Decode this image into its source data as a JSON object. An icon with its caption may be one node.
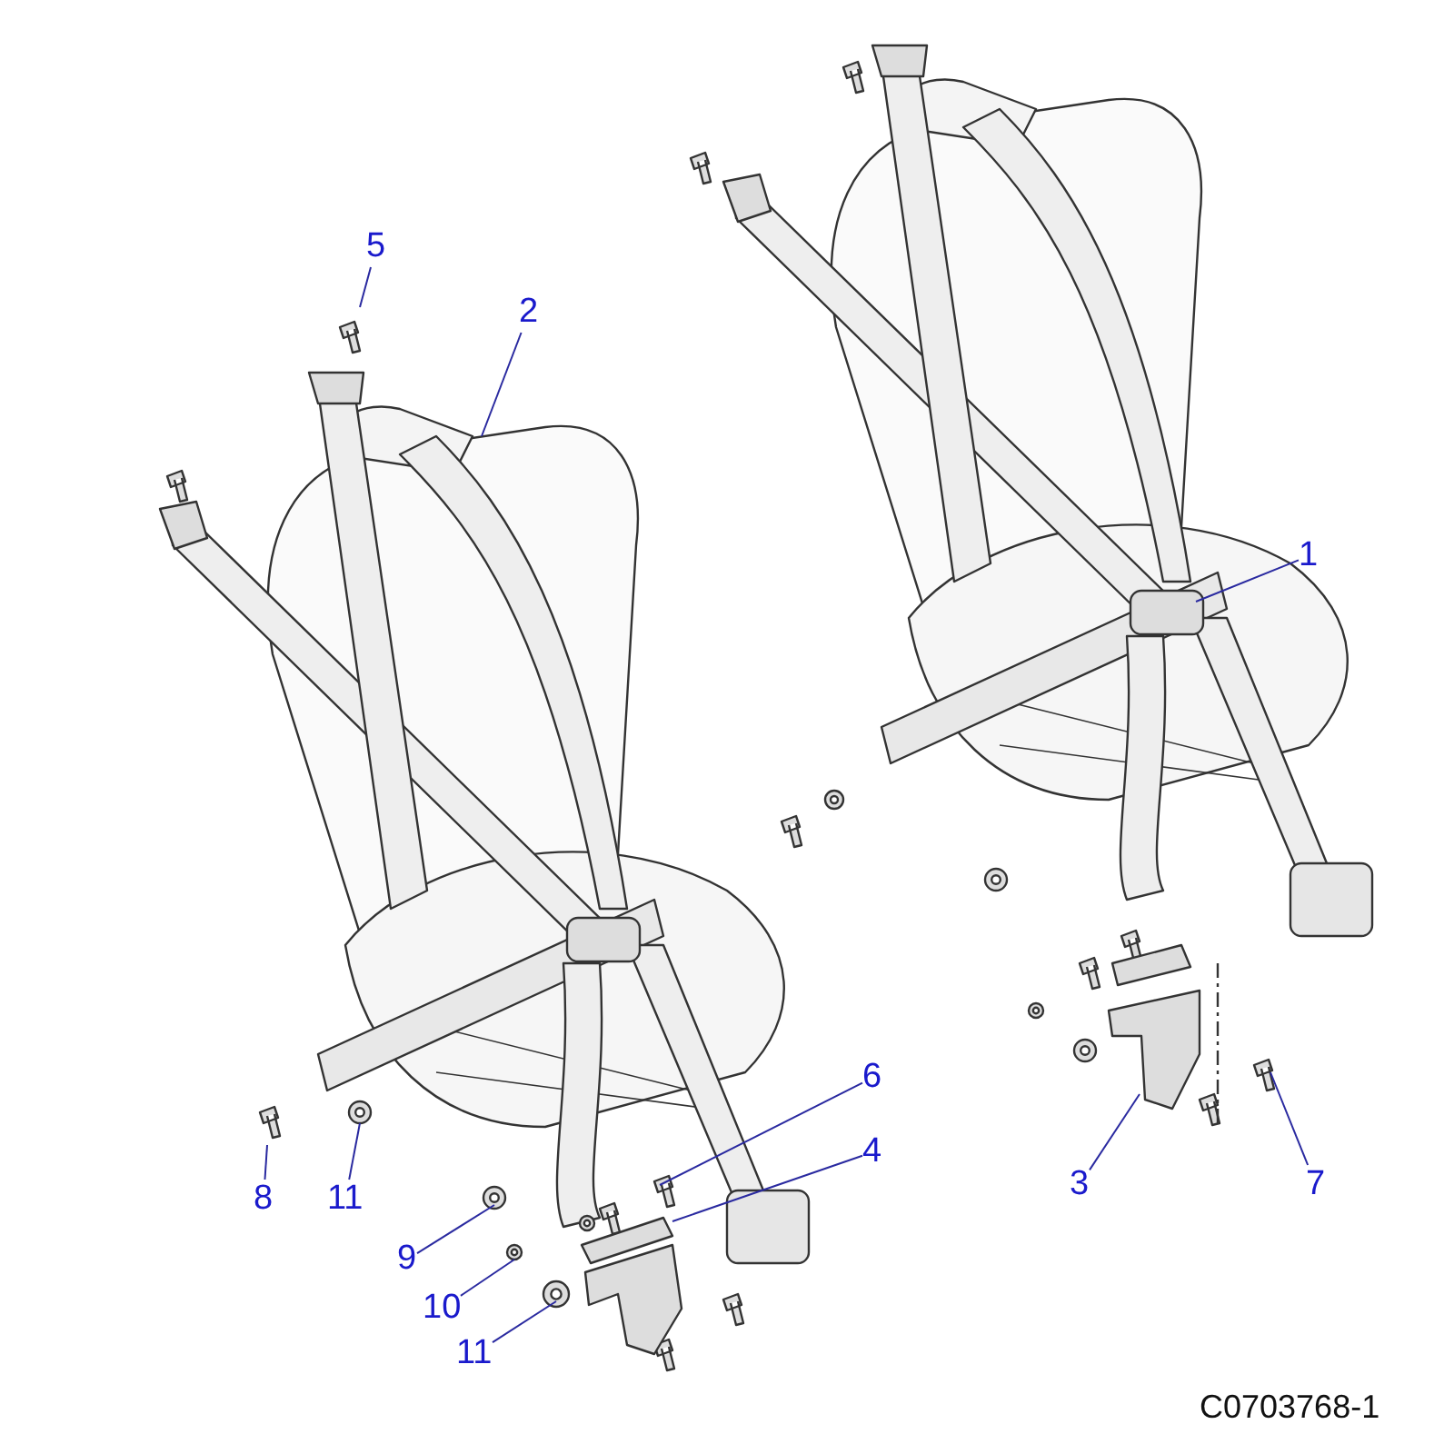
{
  "diagram": {
    "nodes": [
      {
        "text": [
          "5"
        ]
      },
      {
        "text": [
          "2"
        ]
      },
      {
        "text": [
          "1"
        ]
      },
      {
        "text": [
          "6"
        ]
      },
      {
        "text": [
          "4"
        ]
      },
      {
        "text": [
          "8"
        ]
      },
      {
        "text": [
          "11"
        ]
      },
      {
        "text": [
          "3"
        ]
      },
      {
        "text": [
          "7"
        ]
      },
      {
        "text": [
          "9"
        ]
      },
      {
        "text": [
          "10"
        ]
      },
      {
        "text": [
          "11"
        ]
      }
    ],
    "edges": [
      {
        "from": 0,
        "to": null,
        "arrow": "none"
      },
      {
        "from": 1,
        "to": null,
        "arrow": "none"
      },
      {
        "from": 2,
        "to": null,
        "arrow": "none"
      },
      {
        "from": 3,
        "to": null,
        "arrow": "none"
      },
      {
        "from": 4,
        "to": null,
        "arrow": "none"
      },
      {
        "from": 5,
        "to": null,
        "arrow": "none"
      },
      {
        "from": 6,
        "to": null,
        "arrow": "none"
      },
      {
        "from": 7,
        "to": null,
        "arrow": "none"
      },
      {
        "from": 8,
        "to": null,
        "arrow": "none"
      },
      {
        "from": 9,
        "to": null,
        "arrow": "none"
      },
      {
        "from": 10,
        "to": null,
        "arrow": "none"
      },
      {
        "from": 11,
        "to": null,
        "arrow": "none"
      }
    ],
    "labels": [
      "C0703768-1"
    ]
  }
}
